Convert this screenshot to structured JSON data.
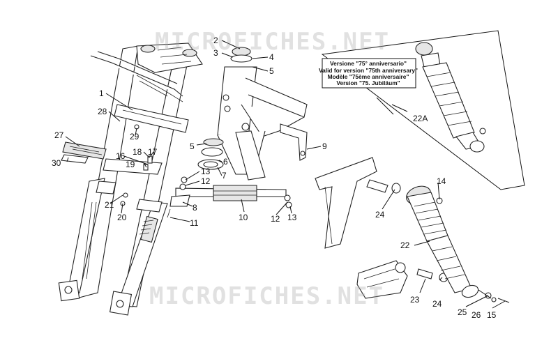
{
  "watermark": "MICROFICHES.NET",
  "inset_note": [
    "Versione \"75° anniversario\"",
    "Valid for version \"75th anniversary\"",
    "Modèle \"75ème anniversaire\"",
    "Version \"75. Jubiläum\""
  ],
  "callouts": [
    {
      "id": "c2",
      "label": "2"
    },
    {
      "id": "c3",
      "label": "3"
    },
    {
      "id": "c4",
      "label": "4"
    },
    {
      "id": "c5a",
      "label": "5"
    },
    {
      "id": "c1",
      "label": "1"
    },
    {
      "id": "c28",
      "label": "28"
    },
    {
      "id": "c29",
      "label": "29"
    },
    {
      "id": "c27",
      "label": "27"
    },
    {
      "id": "c30",
      "label": "30"
    },
    {
      "id": "c16",
      "label": "16"
    },
    {
      "id": "c18",
      "label": "18"
    },
    {
      "id": "c17",
      "label": "17"
    },
    {
      "id": "c19",
      "label": "19"
    },
    {
      "id": "c5b",
      "label": "5"
    },
    {
      "id": "c6",
      "label": "6"
    },
    {
      "id": "c7",
      "label": "7"
    },
    {
      "id": "c9",
      "label": "9"
    },
    {
      "id": "c13a",
      "label": "13"
    },
    {
      "id": "c12a",
      "label": "12"
    },
    {
      "id": "c21",
      "label": "21"
    },
    {
      "id": "c20",
      "label": "20"
    },
    {
      "id": "c8",
      "label": "8"
    },
    {
      "id": "c10",
      "label": "10"
    },
    {
      "id": "c11",
      "label": "11"
    },
    {
      "id": "c12b",
      "label": "12"
    },
    {
      "id": "c13b",
      "label": "13"
    },
    {
      "id": "c22a",
      "label": "22A"
    },
    {
      "id": "c14",
      "label": "14"
    },
    {
      "id": "c24a",
      "label": "24"
    },
    {
      "id": "c22",
      "label": "22"
    },
    {
      "id": "c23",
      "label": "23"
    },
    {
      "id": "c24b",
      "label": "24"
    },
    {
      "id": "c25",
      "label": "25"
    },
    {
      "id": "c26",
      "label": "26"
    },
    {
      "id": "c15",
      "label": "15"
    }
  ]
}
